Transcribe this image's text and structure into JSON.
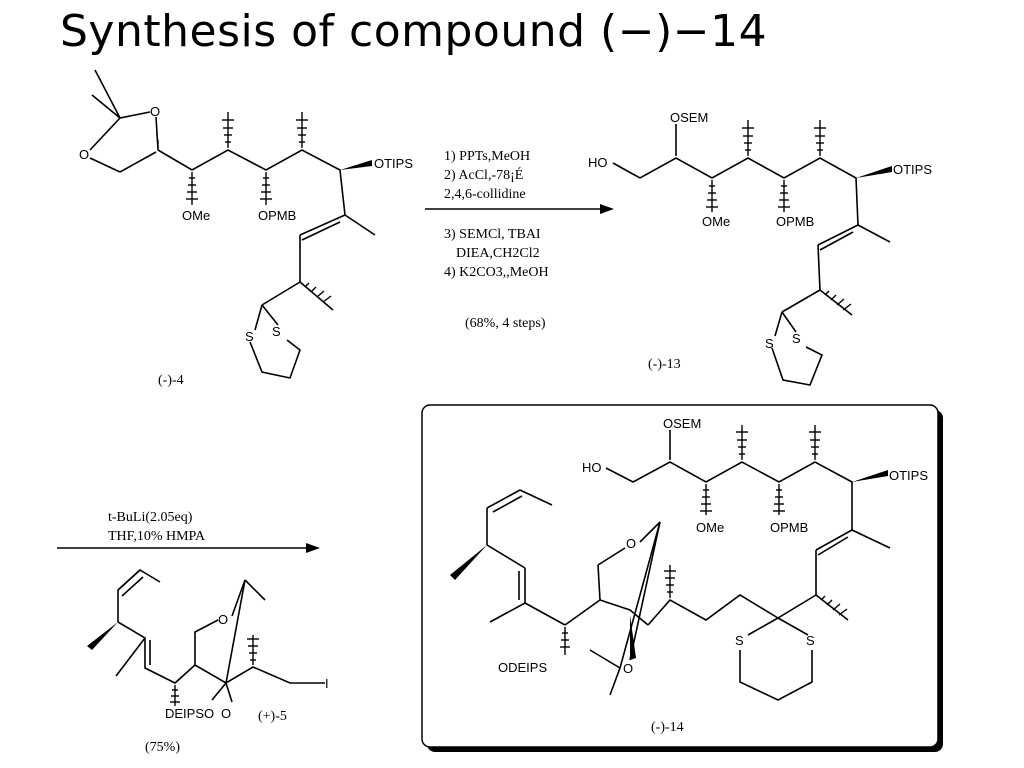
{
  "title": "Synthesis of compound (−)−14",
  "compounds": {
    "c4": "(-)-4",
    "c13": "(-)-13",
    "c5": "(+)-5",
    "c14": "(-)-14"
  },
  "step1": {
    "conditions": [
      "1) PPTs,MeOH",
      "2) AcCl,-78¡É",
      "2,4,6-collidine",
      "3) SEMCl, TBAI",
      "DIEA,CH2Cl2",
      "4) K2CO3,,MeOH"
    ],
    "yield": "(68%, 4 steps)"
  },
  "step2": {
    "conditions": [
      "t-BuLi(2.05eq)",
      "THF,10% HMPA"
    ],
    "yield": "(75%)"
  },
  "atoms": {
    "O": "O",
    "OMe": "OMe",
    "OPMB": "OPMB",
    "OTIPS": "OTIPS",
    "OSEM": "OSEM",
    "HO": "HO",
    "S": "S",
    "I": "I",
    "ODEIPS": "ODEIPS",
    "DEIPSO": "DEIPSO",
    "O2": "O"
  }
}
